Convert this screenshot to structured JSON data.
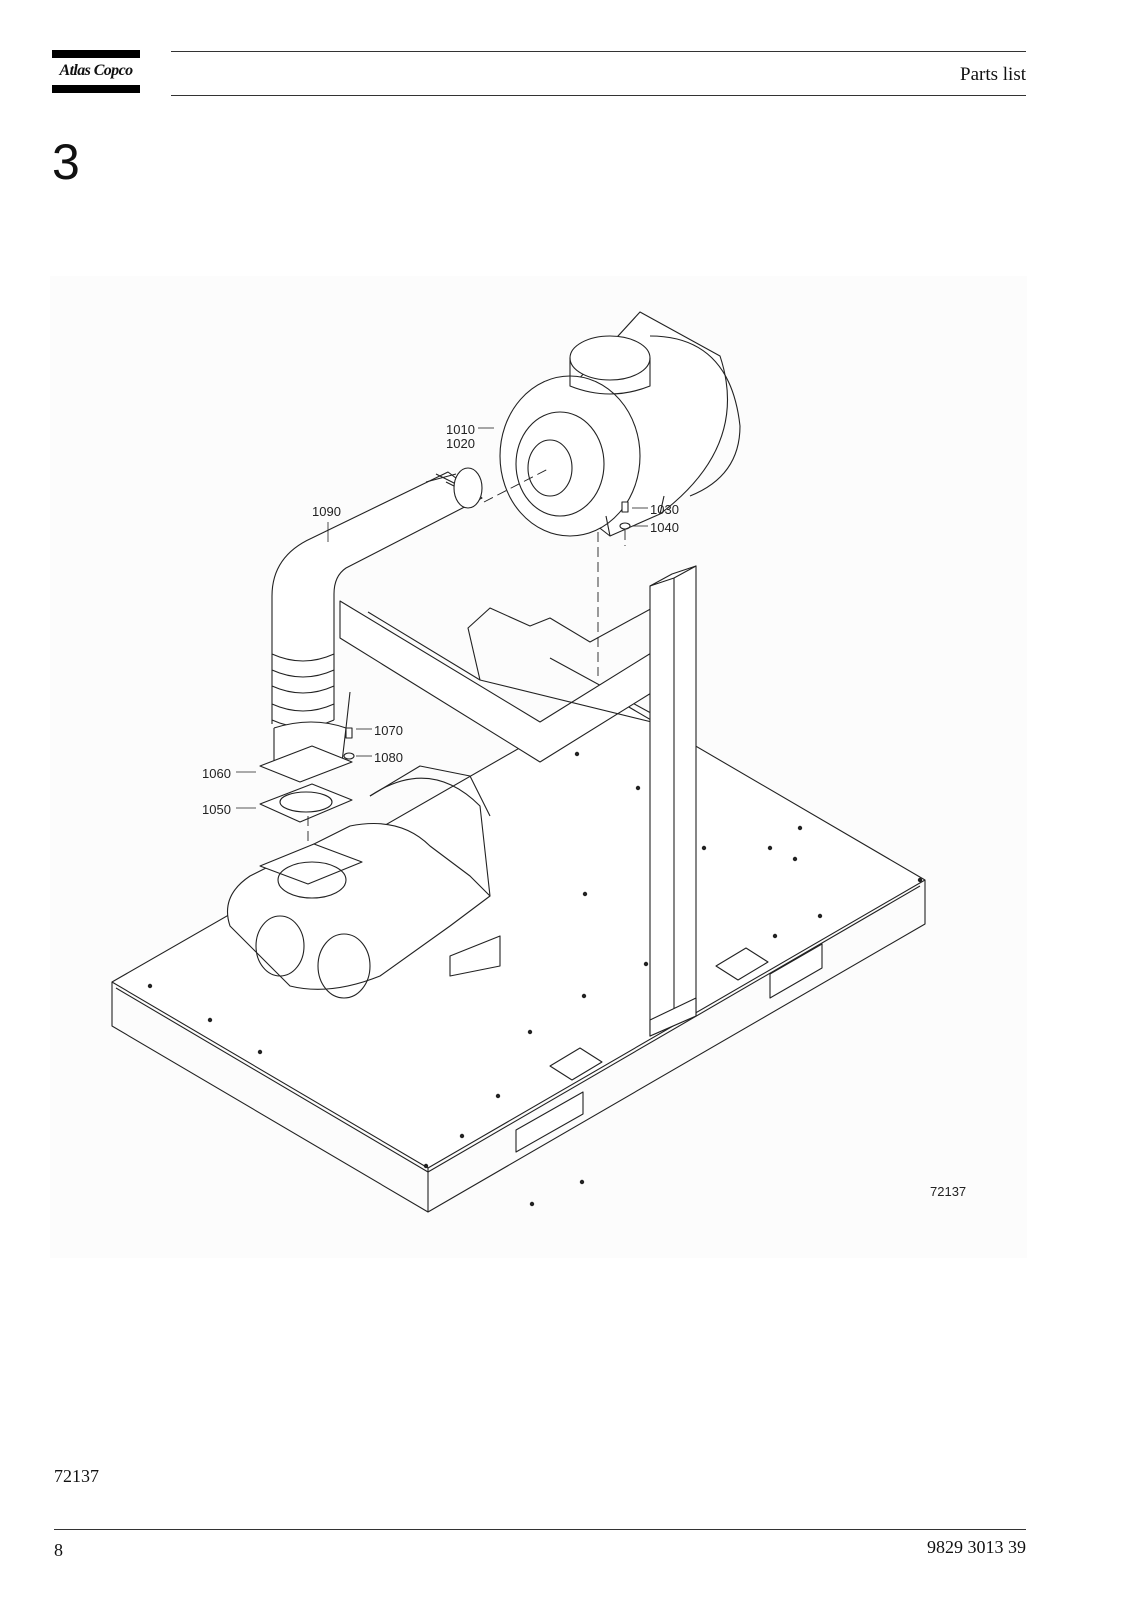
{
  "header": {
    "logo_text": "Atlas Copco",
    "section_title": "Parts list"
  },
  "chapter": {
    "number": "3"
  },
  "figure": {
    "callouts": {
      "c1010": "1010",
      "c1020": "1020",
      "c1090": "1090",
      "c1030": "1030",
      "c1040": "1040",
      "c1070": "1070",
      "c1080": "1080",
      "c1060": "1060",
      "c1050": "1050"
    },
    "drawing_id": "72137"
  },
  "footer": {
    "reference": "72137",
    "page_number": "8",
    "document_number": "9829 3013 39"
  }
}
